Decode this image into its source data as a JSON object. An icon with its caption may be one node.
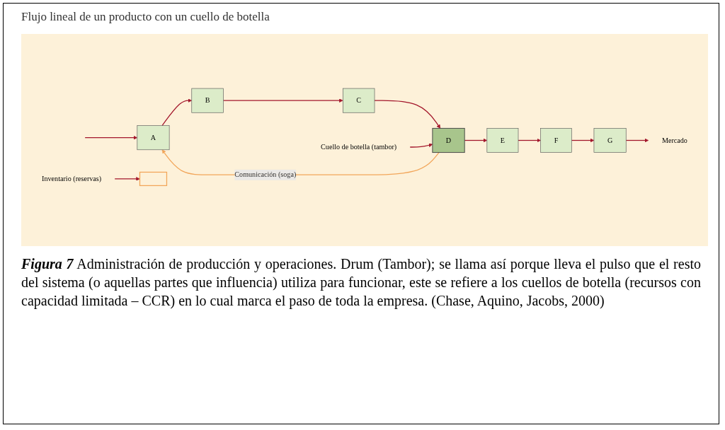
{
  "diagram": {
    "title": "Flujo lineal de un producto con un cuello de botella",
    "nodes": [
      {
        "text": [
          "A"
        ]
      },
      {
        "text": [
          "B"
        ]
      },
      {
        "text": [
          "C"
        ]
      },
      {
        "text": [
          "D"
        ]
      },
      {
        "text": [
          "E"
        ]
      },
      {
        "text": [
          "F"
        ]
      },
      {
        "text": [
          "G"
        ]
      },
      {
        "text": [
          "Mercado"
        ]
      },
      {
        "text": [
          "Cuello de botella (tambor)"
        ]
      },
      {
        "text": [
          "Inventario (reservas)"
        ]
      },
      {
        "text": [],
        "shape": "box"
      }
    ],
    "edges": [
      {
        "from": null,
        "to": 0,
        "arrow": "to"
      },
      {
        "from": 0,
        "to": 1,
        "arrow": "to"
      },
      {
        "from": 1,
        "to": 2,
        "arrow": "to"
      },
      {
        "from": 2,
        "to": 3,
        "arrow": "to"
      },
      {
        "from": 3,
        "to": 4,
        "arrow": "to"
      },
      {
        "from": 4,
        "to": 5,
        "arrow": "to"
      },
      {
        "from": 5,
        "to": 6,
        "arrow": "to"
      },
      {
        "from": 6,
        "to": 7,
        "arrow": "to"
      },
      {
        "from": 8,
        "to": 3,
        "arrow": "to",
        "color": "#a3162b"
      },
      {
        "from": 9,
        "to": 10,
        "arrow": "to",
        "color": "#a3162b"
      },
      {
        "from": 3,
        "to": 0,
        "arrow": "to",
        "label": "Comunicación (soga)",
        "color": "#f2a65a"
      }
    ],
    "caption": "**Figura 7** Administración de producción y operaciones. Drum (Tambor); se llama así porque lleva el pulso que el resto del sistema (o aquellas partes que influencia) utiliza para funcionar, este se refiere a los cuellos de botella (recursos con capacidad limitada – CCR) en lo cual marca el paso de toda la empresa. (Chase, Aquino, Jacobs, 2000)"
  }
}
